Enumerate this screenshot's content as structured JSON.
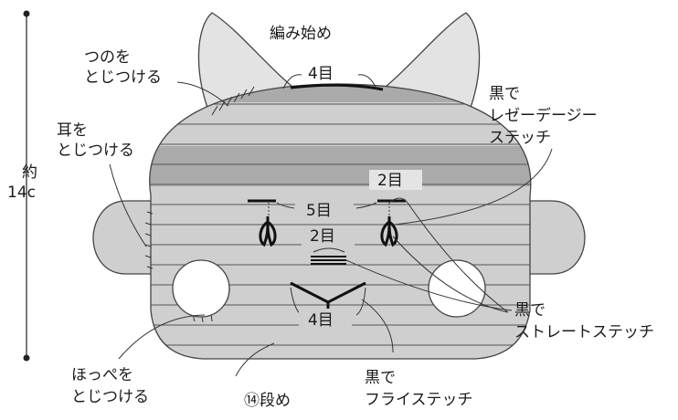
{
  "labels": {
    "start": "編み始め",
    "horns_1": "つのを",
    "horns_2": "とじつける",
    "ears_1": "耳を",
    "ears_2": "とじつける",
    "cheeks_1": "ほっぺを",
    "cheeks_2": "とじつける",
    "size_1": "約",
    "size_2": "14c",
    "daisy_1": "黒で",
    "daisy_2": "レゼーデージー",
    "daisy_3": "ステッチ",
    "straight_1": "黒で",
    "straight_2": "ストレートステッチ",
    "fly_1": "黒で",
    "fly_2": "フライステッチ",
    "rows": "⑭段め",
    "count_top": "4目",
    "count_eyes": "5目",
    "count_eye_r": "2目",
    "count_nose": "2目",
    "count_mouth": "4目"
  },
  "colors": {
    "stroke": "#333333",
    "face_fill": "#cfcfcf",
    "band_fill": "#aaaaaa",
    "horn_fill": "#e3e3e3",
    "cheek_fill": "#ffffff",
    "stitch": "#111111"
  }
}
